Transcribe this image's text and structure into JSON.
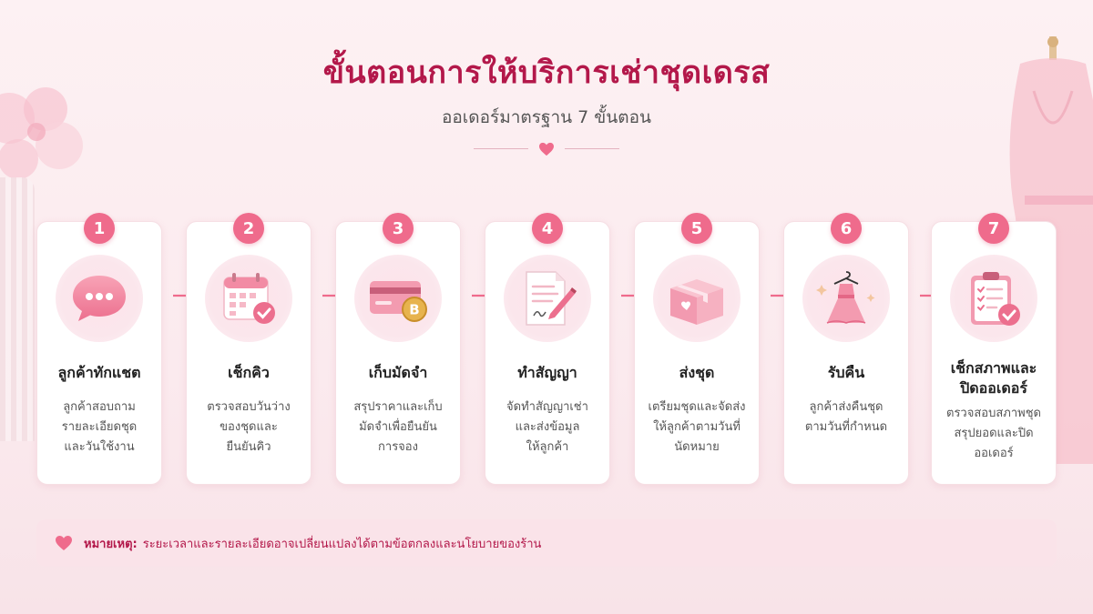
{
  "header": {
    "title": "ขั้นตอนการให้บริการเช่าชุดเดรส",
    "subtitle": "ออเดอร์มาตรฐาน 7 ขั้นตอน"
  },
  "colors": {
    "accent": "#b3184a",
    "badge": "#ef6b8c",
    "card": "#ffffff"
  },
  "steps": [
    {
      "number": "1",
      "title": "ลูกค้าทักแชต",
      "desc": "ลูกค้าสอบถาม\nรายละเอียดชุด\nและวันใช้งาน",
      "icon": "chat-bubble-icon"
    },
    {
      "number": "2",
      "title": "เช็กคิว",
      "desc": "ตรวจสอบวันว่าง\nของชุดและ\nยืนยันคิว",
      "icon": "calendar-check-icon"
    },
    {
      "number": "3",
      "title": "เก็บมัดจำ",
      "desc": "สรุปราคาและเก็บ\nมัดจำเพื่อยืนยัน\nการจอง",
      "icon": "card-coin-icon"
    },
    {
      "number": "4",
      "title": "ทำสัญญา",
      "desc": "จัดทำสัญญาเช่า\nและส่งข้อมูล\nให้ลูกค้า",
      "icon": "contract-pen-icon"
    },
    {
      "number": "5",
      "title": "ส่งชุด",
      "desc": "เตรียมชุดและจัดส่ง\nให้ลูกค้าตามวันที่\nนัดหมาย",
      "icon": "gift-box-icon"
    },
    {
      "number": "6",
      "title": "รับคืน",
      "desc": "ลูกค้าส่งคืนชุด\nตามวันที่กำหนด",
      "icon": "dress-hanger-icon"
    },
    {
      "number": "7",
      "title": "เช็กสภาพและ\nปิดออเดอร์",
      "desc": "ตรวจสอบสภาพชุด\nสรุปยอดและปิด\nออเดอร์",
      "icon": "clipboard-check-icon"
    }
  ],
  "note": {
    "label": "หมายเหตุ:",
    "text": "ระยะเวลาและรายละเอียดอาจเปลี่ยนแปลงได้ตามข้อตกลงและนโยบายของร้าน"
  }
}
